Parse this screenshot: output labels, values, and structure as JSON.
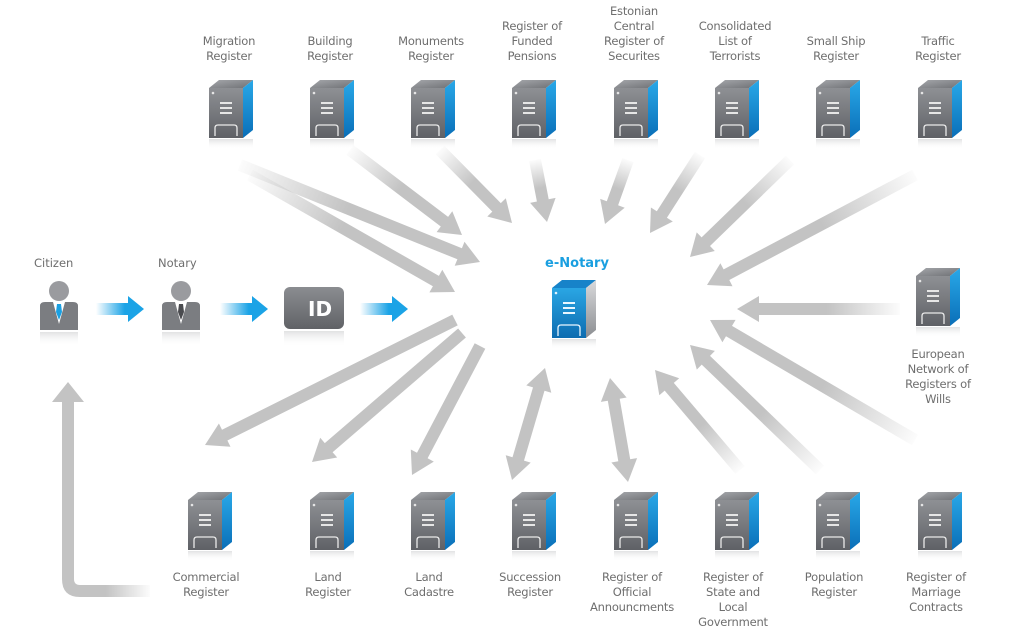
{
  "diagram": {
    "hub": {
      "label": "e-Notary",
      "icon": "server-blue-icon"
    },
    "flow": {
      "citizen_label": "Citizen",
      "notary_label": "Notary",
      "id_label": "ID"
    },
    "top_registers": [
      {
        "lines": [
          "Migration",
          "Register"
        ],
        "direction": "to-hub"
      },
      {
        "lines": [
          "Building",
          "Register"
        ],
        "direction": "to-hub"
      },
      {
        "lines": [
          "Monuments",
          "Register"
        ],
        "direction": "to-hub"
      },
      {
        "lines": [
          "Register of",
          "Funded",
          "Pensions"
        ],
        "direction": "to-hub"
      },
      {
        "lines": [
          "Estonian",
          "Central",
          "Register of",
          "Securites"
        ],
        "direction": "to-hub"
      },
      {
        "lines": [
          "Consolidated",
          "List of",
          "Terrorists"
        ],
        "direction": "to-hub"
      },
      {
        "lines": [
          "Small Ship",
          "Register"
        ],
        "direction": "to-hub"
      },
      {
        "lines": [
          "Traffic",
          "Register"
        ],
        "direction": "to-hub"
      }
    ],
    "side_register": {
      "lines": [
        "European",
        "Network of",
        "Registers of",
        "Wills"
      ],
      "direction": "to-hub"
    },
    "bottom_registers": [
      {
        "lines": [
          "Commercial",
          "Register"
        ],
        "direction": "from-hub"
      },
      {
        "lines": [
          "Land",
          "Register"
        ],
        "direction": "from-hub"
      },
      {
        "lines": [
          "Land",
          "Cadastre"
        ],
        "direction": "from-hub"
      },
      {
        "lines": [
          "Succession",
          "Register"
        ],
        "direction": "bidirectional"
      },
      {
        "lines": [
          "Register of",
          "Official",
          "Announcments"
        ],
        "direction": "bidirectional"
      },
      {
        "lines": [
          "Register of",
          "State and",
          "Local",
          "Government"
        ],
        "direction": "to-hub"
      },
      {
        "lines": [
          "Population",
          "Register"
        ],
        "direction": "to-hub"
      },
      {
        "lines": [
          "Register of",
          "Marriage",
          "Contracts"
        ],
        "direction": "to-hub"
      }
    ],
    "colors": {
      "accent_blue": "#1a9fe0",
      "server_gray": "#7a7c80",
      "arrow_gray": "#c4c4c4",
      "label_gray": "#6e6e6e"
    }
  }
}
